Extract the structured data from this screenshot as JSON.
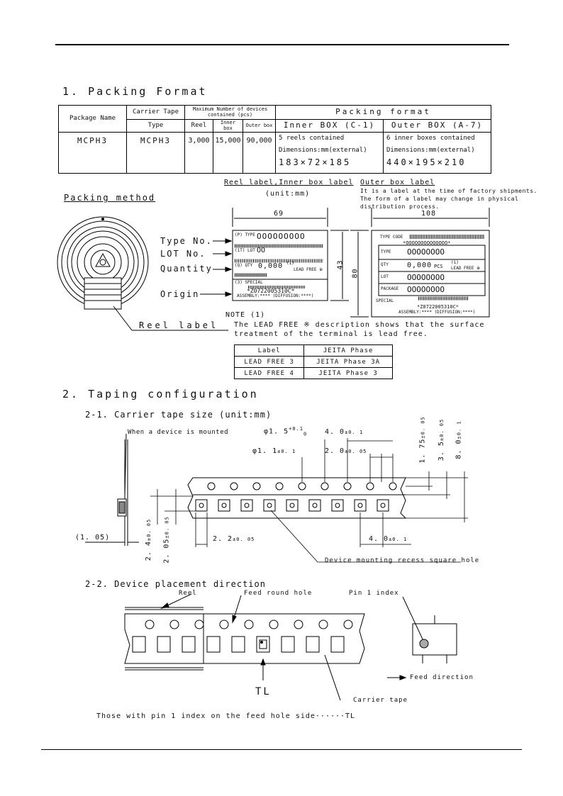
{
  "section1": {
    "title": "1. Packing Format",
    "table": {
      "col_package_name": "Package Name",
      "col_carrier_tape": "Carrier Tape",
      "col_carrier_type": "Type",
      "col_max_devices": "Maximum Number of devices contained (pcs)",
      "col_reel": "Reel",
      "col_inner_box": "Inner box",
      "col_outer_box": "Outer box",
      "col_packing_format": "Packing format",
      "col_inner_box_fmt": "Inner BOX (C-1)",
      "col_outer_box_fmt": "Outer BOX (A-7)",
      "row": {
        "package_name": "MCPH3",
        "carrier_type": "MCPH3",
        "reel": "3,000",
        "inner_box": "15,000",
        "outer_box": "90,000",
        "inner_contained": "5 reels contained",
        "inner_dim_label": "Dimensions:mm(external)",
        "inner_dim": "183×72×185",
        "outer_contained": "6 inner boxes contained",
        "outer_dim_label": "Dimensions:mm(external)",
        "outer_dim": "440×195×210"
      }
    },
    "packing_method": "Packing method",
    "reel_label_title": "Reel label,Inner box label",
    "unit_mm": "(unit:mm)",
    "outer_label_title": "Outer box label",
    "outer_label_note": [
      "It is a label at the time of factory shipments.",
      "The form of a label may change in physical",
      "distribution process."
    ],
    "callouts": [
      "Type No.",
      "LOT No.",
      "Quantity",
      "Origin"
    ],
    "reel_label": "Reel label",
    "reel_label_card": {
      "dim_width": "69",
      "dim_height": "43",
      "type_tag": "(P) TYPE",
      "type_value": "OOOOOOOOO",
      "lot_tag": "(1T) LOT",
      "lot_value": "OO",
      "qty_tag": "(Q) QTY",
      "qty_value": "0,000",
      "qty_note": "(1)",
      "lead_free": "LEAD FREE ※",
      "special_tag": "(3) SPECIAL",
      "serial": "*Z0722005310C*",
      "assembly": "ASSEMBLY:**** (DIFFUSION:****)"
    },
    "outer_dim_height": "80",
    "outer_label_card": {
      "dim_width": "108",
      "type_code": "TYPE CODE",
      "type_code_value": "*OOOOOOOOOOOOOO*",
      "type_tag": "TYPE",
      "type_value": "OOOOOOOO",
      "qty_tag": "QTY",
      "qty_value": "0,000",
      "qty_unit": "PCS",
      "qty_note": "(1)",
      "lead_free": "LEAD FREE ※",
      "lot_tag": "LOT",
      "lot_value": "OOOOOOOO",
      "package_tag": "PACKAGE",
      "package_value": "OOOOOOOO",
      "special_tag": "SPECIAL",
      "serial": "*Z0722005310C*",
      "assembly": "ASSEMBLY:**** (DIFFUSION:****)"
    },
    "note": {
      "title": "NOTE (1)",
      "line1": "The LEAD FREE ※ description shows that the surface",
      "line2": "treatment of the terminal is lead free.",
      "table_headers": [
        "Label",
        "JEITA Phase"
      ],
      "table_rows": [
        [
          "LEAD FREE 3",
          "JEITA Phase 3A"
        ],
        [
          "LEAD FREE 4",
          "JEITA Phase 3"
        ]
      ]
    }
  },
  "section2": {
    "title": "2. Taping configuration",
    "sub1": "2-1. Carrier tape size (unit:mm)",
    "when_mounted": "When a device is mounted",
    "dims": {
      "d_hole_big": "φ1. 5",
      "d_hole_big_tol": "+0.1",
      "d_hole_big_tol2": "0",
      "pitch_top": "4. 0",
      "pitch_top_tol": "±0. 1",
      "d_hole_small": "φ1. 1",
      "d_hole_small_tol": "±0. 1",
      "half_pitch": "2. 0",
      "half_pitch_tol": "±0. 05",
      "v1": "1. 75",
      "v1_tol": "±0. 05",
      "v2": "3. 5",
      "v2_tol": "±0. 05",
      "v3": "8. 0",
      "v3_tol": "±0. 1",
      "thickness": "(1. 05)",
      "pocket_w": "2. 2",
      "pocket_w_tol": "±0. 05",
      "pitch_bottom": "4. 0",
      "pitch_bottom_tol": "±0. 1",
      "h1": "2. 4",
      "h1_tol": "±0. 05",
      "h2": "2. 05",
      "h2_tol": "±0. 05"
    },
    "device_recess": "Device mounting recess square hole",
    "sub2": "2-2. Device placement direction",
    "reel": "Reel",
    "feed_round_hole": "Feed round hole",
    "pin1_index": "Pin 1 index",
    "feed_direction": "Feed direction",
    "tl": "TL",
    "carrier_tape": "Carrier tape",
    "footer_note": "Those with pin 1 index on the feed hole side······TL"
  }
}
